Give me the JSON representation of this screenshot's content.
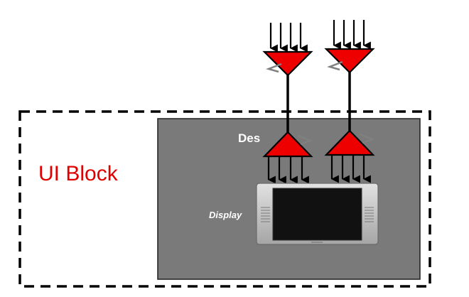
{
  "labels": {
    "ui_block": "UI Block",
    "des": "Des",
    "display": "Display"
  },
  "colors": {
    "ui_block_text": "#e00000",
    "triangle_fill": "#ee0000",
    "panel_fill": "#7a7a7a",
    "screen_fill": "#111111",
    "monitor_frame": "#c4c4c4",
    "label_text": "#ffffff",
    "line": "#000000"
  },
  "elements": {
    "outer_block": "dashed-boundary",
    "serializer_count": 2,
    "deserializer_count": 2,
    "input_arrows_per_serializer": 4,
    "output_arrows_per_deserializer": 4
  }
}
